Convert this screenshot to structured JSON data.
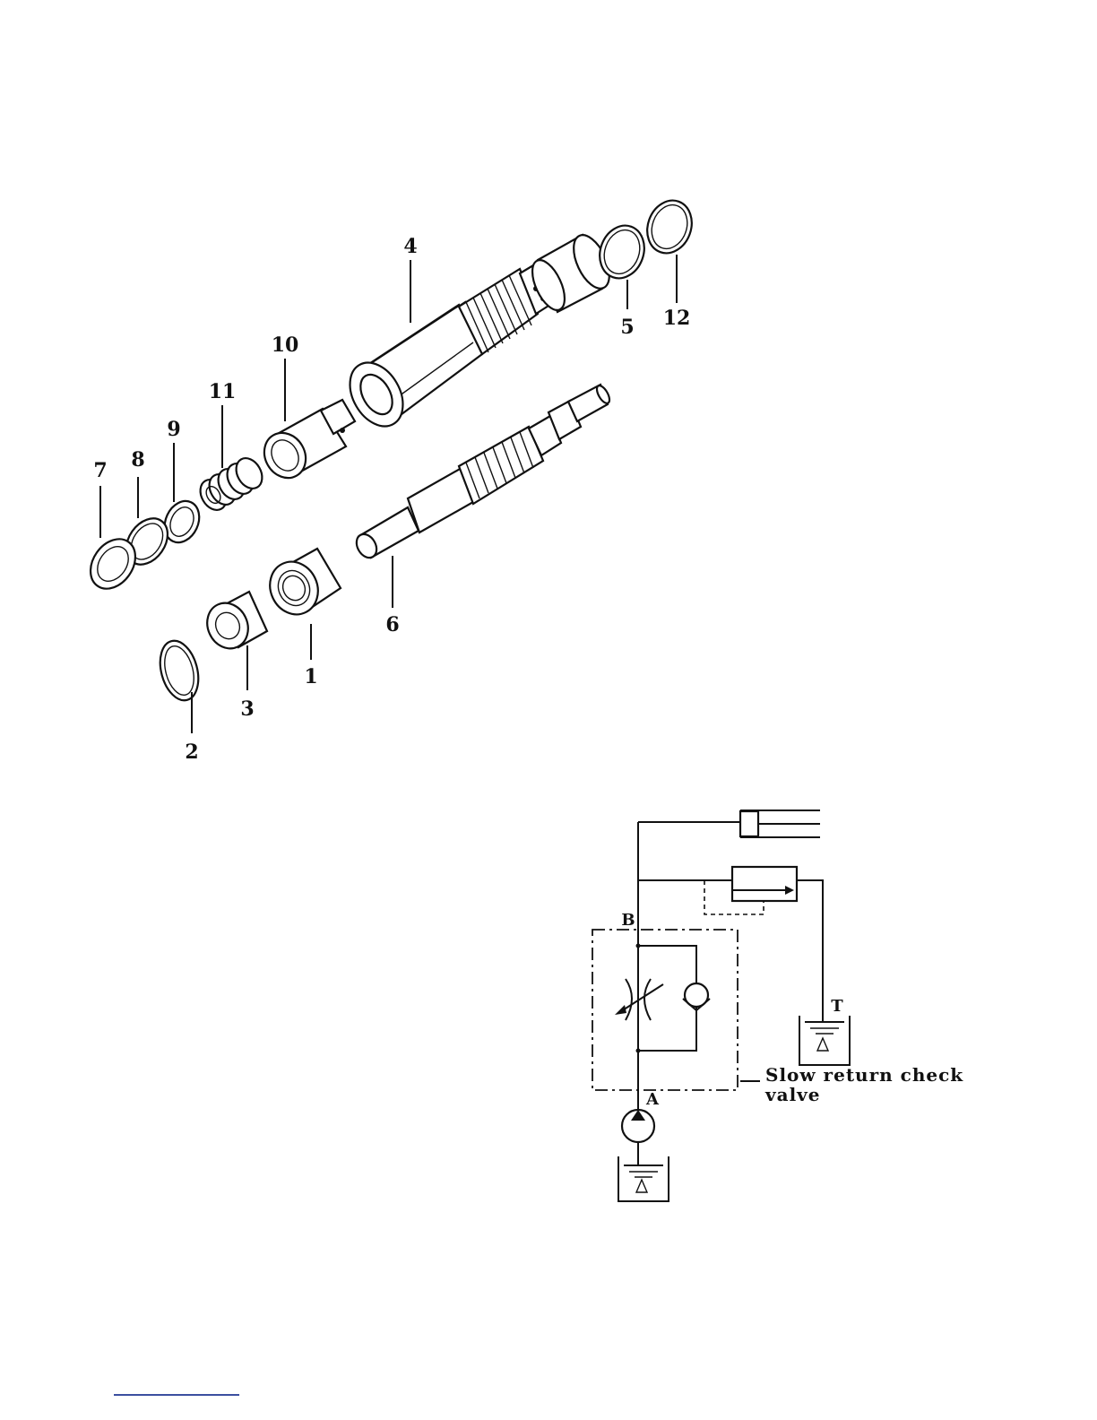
{
  "exploded_view": {
    "part_numbers": [
      "1",
      "2",
      "3",
      "4",
      "5",
      "6",
      "7",
      "8",
      "9",
      "10",
      "11",
      "12"
    ]
  },
  "hydraulic_circuit": {
    "port_b": "B",
    "port_a": "A",
    "port_t": "T",
    "caption_line1": "Slow return check",
    "caption_line2": "valve"
  }
}
